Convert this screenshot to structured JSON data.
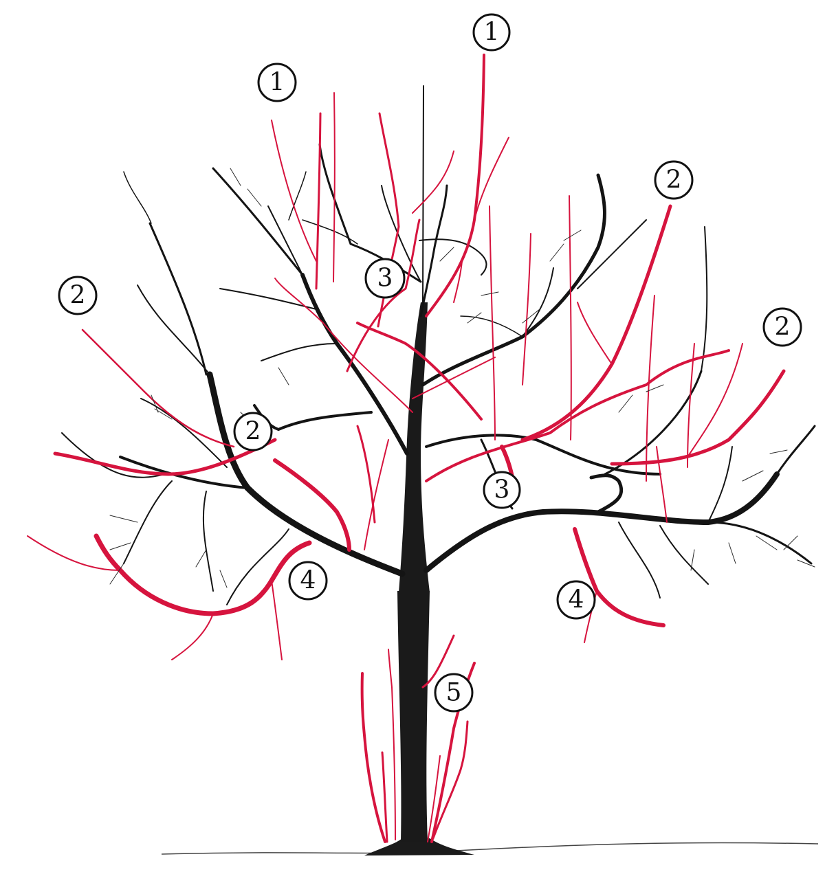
{
  "colors": {
    "background": "#ffffff",
    "keep_branches": "#141414",
    "prune_branches": "#d6143e",
    "label_ink": "#111111"
  },
  "callouts": [
    {
      "id": "c1",
      "text": "1"
    },
    {
      "id": "c2",
      "text": "1"
    },
    {
      "id": "c3",
      "text": "2"
    },
    {
      "id": "c4",
      "text": "2"
    },
    {
      "id": "c5",
      "text": "2"
    },
    {
      "id": "c6",
      "text": "2"
    },
    {
      "id": "c7",
      "text": "3"
    },
    {
      "id": "c8",
      "text": "3"
    },
    {
      "id": "c9",
      "text": "4"
    },
    {
      "id": "c10",
      "text": "4"
    },
    {
      "id": "c11",
      "text": "5"
    }
  ]
}
